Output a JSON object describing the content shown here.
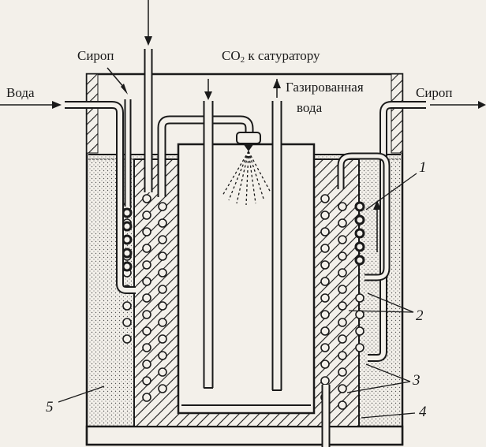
{
  "labels": {
    "water_in": "Вода",
    "syrup_in": "Сироп",
    "co2_prefix": "CO",
    "co2_sub": "2",
    "co2_suffix": " к сатуратору",
    "carbonated_line1": "Газированная",
    "carbonated_line2": "вода",
    "syrup_out": "Сироп"
  },
  "callouts": [
    "1",
    "2",
    "3",
    "4",
    "5"
  ],
  "colors": {
    "ink": "#1a1a1a",
    "paper": "#f3f0ea"
  }
}
